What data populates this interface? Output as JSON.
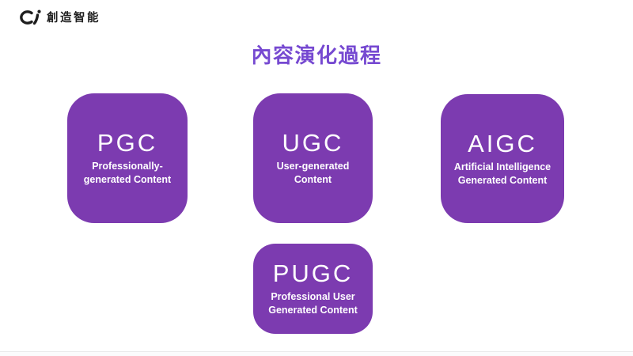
{
  "logo": {
    "text": "創造智能"
  },
  "title": {
    "text": "內容演化過程"
  },
  "cards": [
    {
      "acronym": "PGC",
      "line1": "Professionally-",
      "line2": "generated Content"
    },
    {
      "acronym": "UGC",
      "line1": "User-generated",
      "line2": "Content"
    },
    {
      "acronym": "AIGC",
      "line1": "Artificial Intelligence",
      "line2": "Generated Content"
    },
    {
      "acronym": "PUGC",
      "line1": "Professional User",
      "line2": "Generated Content"
    }
  ],
  "colors": {
    "card_purple": "#7C3BB0",
    "title_purple": "#7649D1",
    "logo_ink": "#1e1e1e"
  }
}
